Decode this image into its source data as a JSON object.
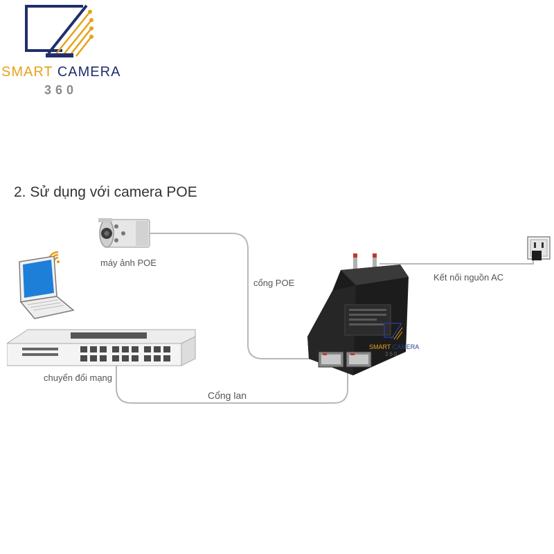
{
  "logo": {
    "word1": "SMART",
    "word2": "CAMERA",
    "number": "360"
  },
  "title": "2. Sử dụng với camera POE",
  "labels": {
    "camera": "máy ảnh POE",
    "poe_port": "cổng POE",
    "ac_power": "Kết nối nguồn AC",
    "switch": "chuyển đổi mạng",
    "lan_port": "Cổng lan"
  },
  "watermark": {
    "word1": "SMART",
    "word2": "CAMERA",
    "number": "360"
  },
  "colors": {
    "logo_gold": "#e6a21a",
    "logo_navy": "#1f2f6b",
    "laptop_screen": "#1e7fd8",
    "adapter": "#1c1c1c"
  },
  "icons": [
    "monitor-logo-icon",
    "wifi-icon",
    "laptop-icon",
    "camera-icon",
    "switch-icon",
    "poe-adapter-icon",
    "power-outlet-icon"
  ]
}
